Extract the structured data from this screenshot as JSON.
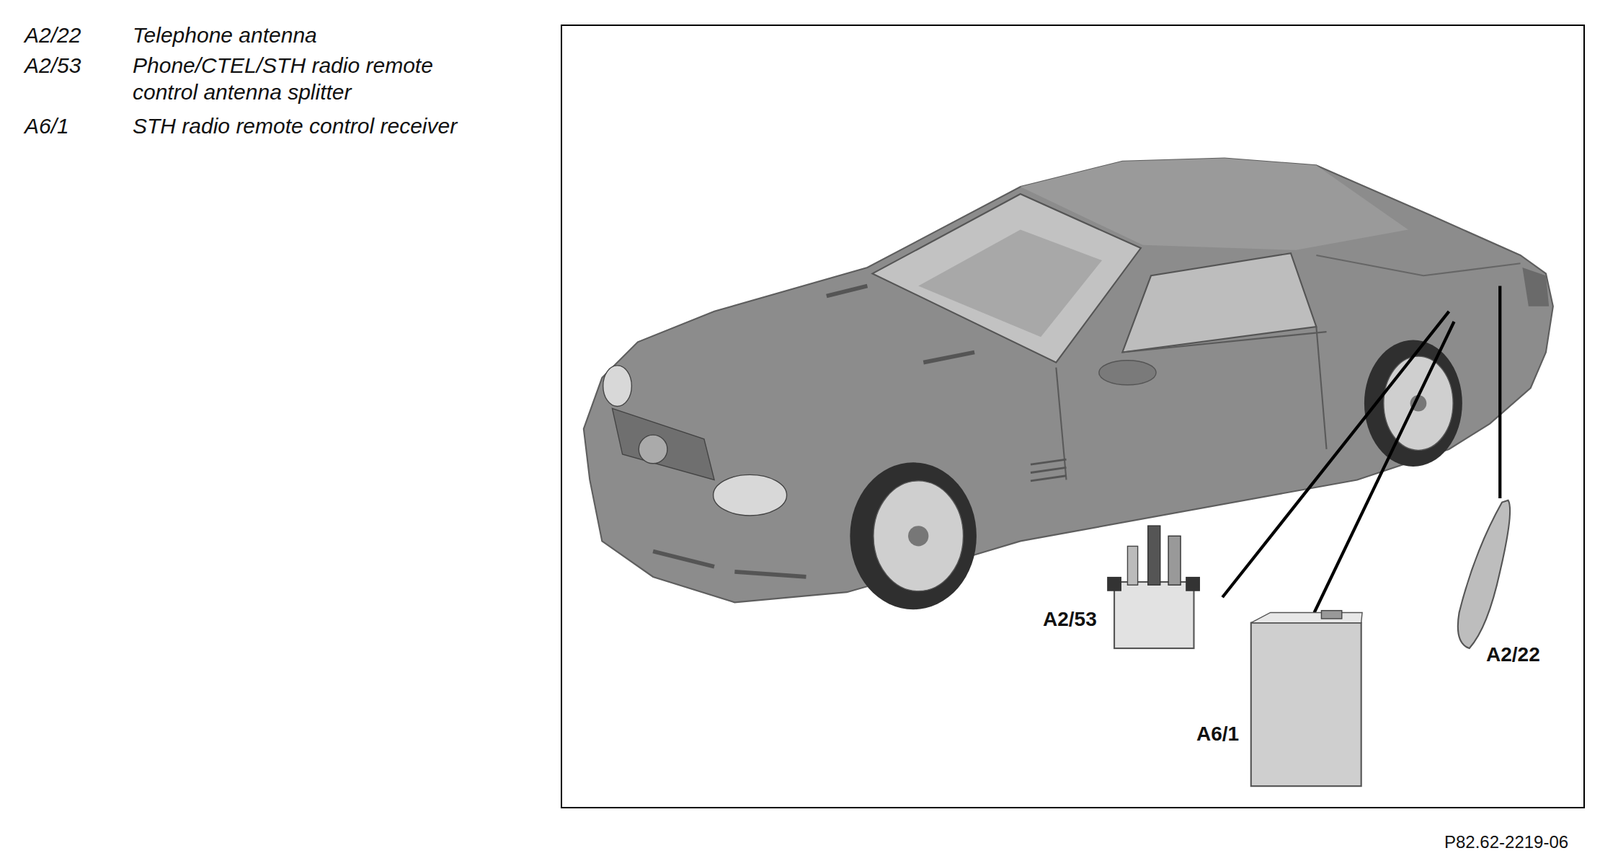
{
  "diagram": {
    "labels": [
      "A2/22",
      "Telephone antenna",
      "A2/53",
      "Phone/CTEL/STH radio remote control antenna splitter",
      "A6/1",
      "STH radio remote control receiver",
      "A2/53",
      "A6/1",
      "A2/22",
      "P82.62-2219-06"
    ]
  }
}
